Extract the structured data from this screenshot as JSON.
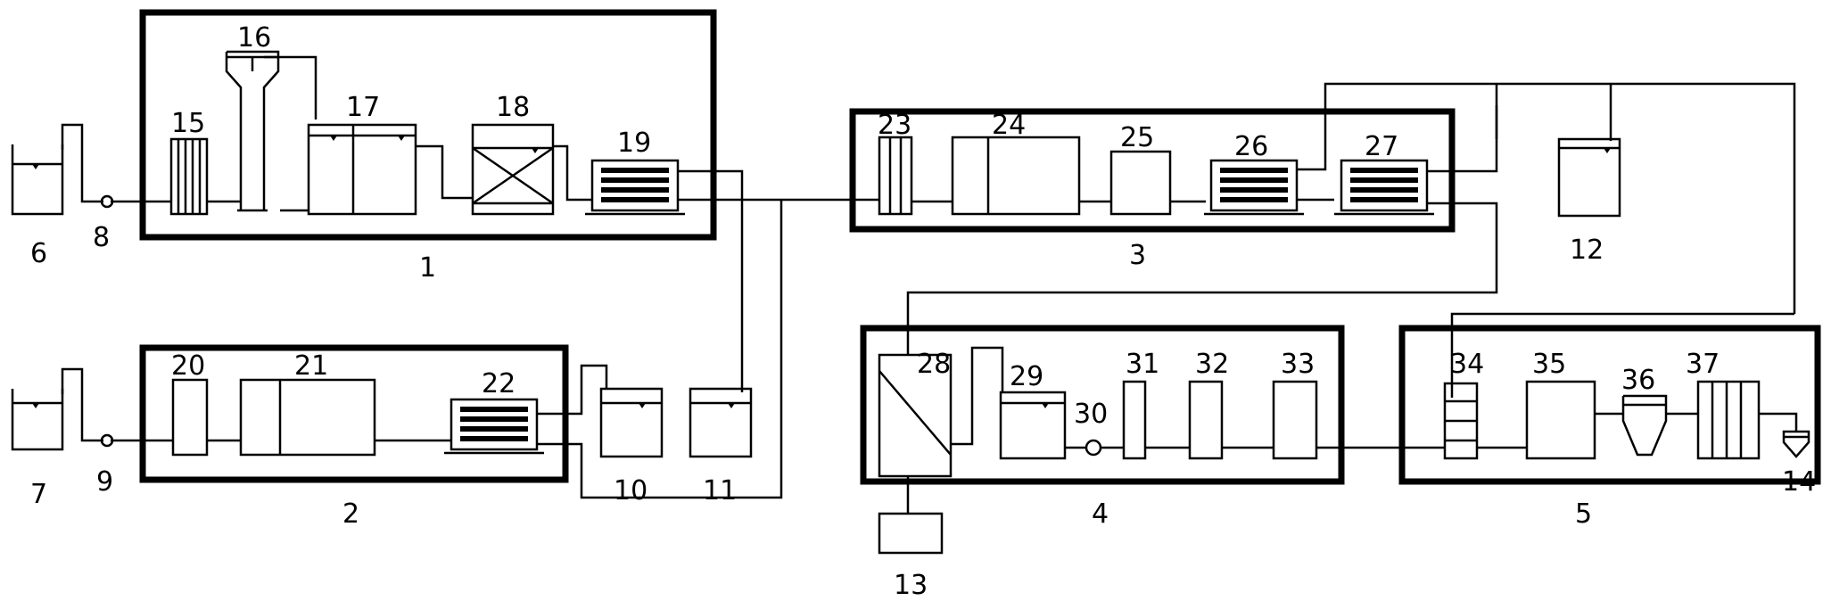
{
  "labels": {
    "l1": "1",
    "l2": "2",
    "l3": "3",
    "l4": "4",
    "l5": "5",
    "l6": "6",
    "l7": "7",
    "l8": "8",
    "l9": "9",
    "l10": "10",
    "l11": "11",
    "l12": "12",
    "l13": "13",
    "l14": "14",
    "l15": "15",
    "l16": "16",
    "l17": "17",
    "l18": "18",
    "l19": "19",
    "l20": "20",
    "l21": "21",
    "l22": "22",
    "l23": "23",
    "l24": "24",
    "l25": "25",
    "l26": "26",
    "l27": "27",
    "l28": "28",
    "l29": "29",
    "l30": "30",
    "l31": "31",
    "l32": "32",
    "l33": "33",
    "l34": "34",
    "l35": "35",
    "l36": "36",
    "l37": "37"
  }
}
